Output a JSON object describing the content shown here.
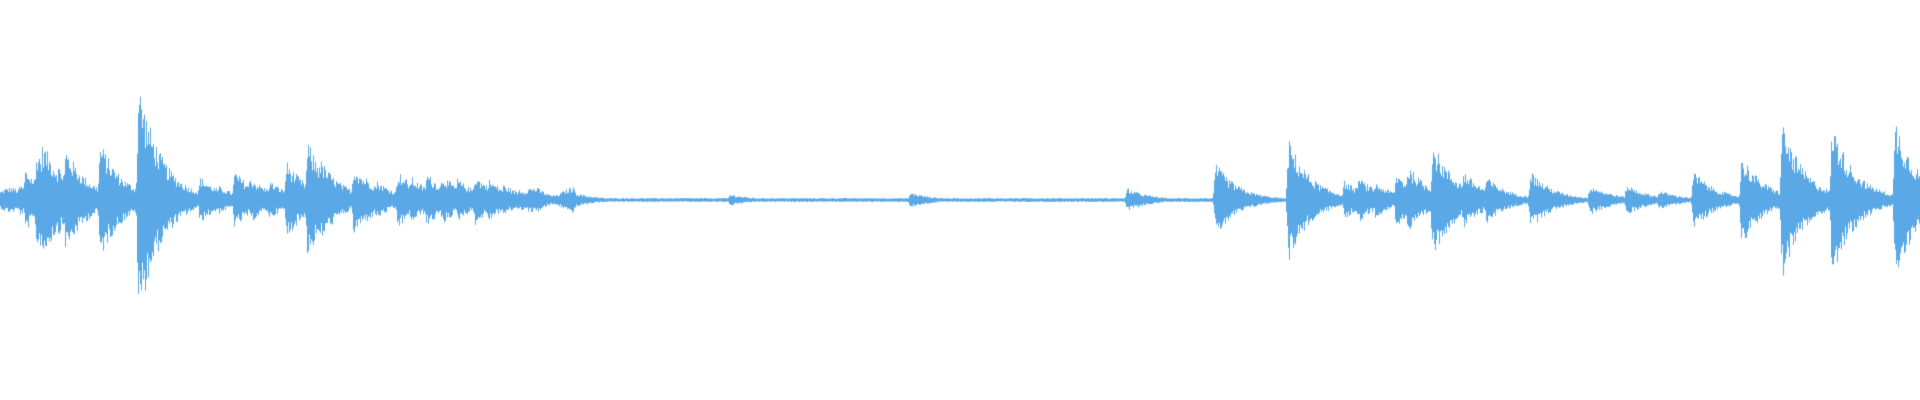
{
  "waveform": {
    "color": "#5aa9e6",
    "background": "#ffffff",
    "type": "audio-waveform",
    "peaks": [
      {
        "t": 0.01,
        "amp": 0.08
      },
      {
        "t": 0.013,
        "amp": 0.16
      },
      {
        "t": 0.016,
        "amp": 0.12
      },
      {
        "t": 0.019,
        "amp": 0.27
      },
      {
        "t": 0.022,
        "amp": 0.3
      },
      {
        "t": 0.026,
        "amp": 0.22
      },
      {
        "t": 0.03,
        "amp": 0.18
      },
      {
        "t": 0.034,
        "amp": 0.27
      },
      {
        "t": 0.04,
        "amp": 0.12
      },
      {
        "t": 0.052,
        "amp": 0.3
      },
      {
        "t": 0.056,
        "amp": 0.1
      },
      {
        "t": 0.063,
        "amp": 0.1
      },
      {
        "t": 0.072,
        "amp": 0.61
      },
      {
        "t": 0.076,
        "amp": 0.3
      },
      {
        "t": 0.082,
        "amp": 0.12
      },
      {
        "t": 0.094,
        "amp": 0.06
      },
      {
        "t": 0.104,
        "amp": 0.12
      },
      {
        "t": 0.114,
        "amp": 0.07
      },
      {
        "t": 0.122,
        "amp": 0.15
      },
      {
        "t": 0.13,
        "amp": 0.12
      },
      {
        "t": 0.14,
        "amp": 0.1
      },
      {
        "t": 0.149,
        "amp": 0.2
      },
      {
        "t": 0.153,
        "amp": 0.14
      },
      {
        "t": 0.16,
        "amp": 0.3
      },
      {
        "t": 0.166,
        "amp": 0.22
      },
      {
        "t": 0.174,
        "amp": 0.1
      },
      {
        "t": 0.184,
        "amp": 0.18
      },
      {
        "t": 0.19,
        "amp": 0.12
      },
      {
        "t": 0.196,
        "amp": 0.1
      },
      {
        "t": 0.207,
        "amp": 0.15
      },
      {
        "t": 0.214,
        "amp": 0.12
      },
      {
        "t": 0.222,
        "amp": 0.14
      },
      {
        "t": 0.23,
        "amp": 0.13
      },
      {
        "t": 0.238,
        "amp": 0.11
      },
      {
        "t": 0.247,
        "amp": 0.13
      },
      {
        "t": 0.254,
        "amp": 0.11
      },
      {
        "t": 0.262,
        "amp": 0.08
      },
      {
        "t": 0.27,
        "amp": 0.06
      },
      {
        "t": 0.28,
        "amp": 0.04
      },
      {
        "t": 0.296,
        "amp": 0.05
      },
      {
        "t": 0.38,
        "amp": 0.03
      },
      {
        "t": 0.474,
        "amp": 0.04
      },
      {
        "t": 0.587,
        "amp": 0.06
      },
      {
        "t": 0.633,
        "amp": 0.19
      },
      {
        "t": 0.671,
        "amp": 0.31
      },
      {
        "t": 0.7,
        "amp": 0.1
      },
      {
        "t": 0.707,
        "amp": 0.12
      },
      {
        "t": 0.716,
        "amp": 0.09
      },
      {
        "t": 0.727,
        "amp": 0.14
      },
      {
        "t": 0.733,
        "amp": 0.18
      },
      {
        "t": 0.746,
        "amp": 0.3
      },
      {
        "t": 0.762,
        "amp": 0.15
      },
      {
        "t": 0.774,
        "amp": 0.12
      },
      {
        "t": 0.797,
        "amp": 0.15
      },
      {
        "t": 0.828,
        "amp": 0.08
      },
      {
        "t": 0.847,
        "amp": 0.08
      },
      {
        "t": 0.864,
        "amp": 0.05
      },
      {
        "t": 0.882,
        "amp": 0.15
      },
      {
        "t": 0.907,
        "amp": 0.23
      },
      {
        "t": 0.928,
        "amp": 0.4
      },
      {
        "t": 0.954,
        "amp": 0.4
      },
      {
        "t": 0.974,
        "amp": 0.08
      },
      {
        "t": 0.987,
        "amp": 0.42
      },
      {
        "t": 0.991,
        "amp": 0.18
      },
      {
        "t": 0.996,
        "amp": 0.1
      }
    ],
    "noise_floor": 0.01
  }
}
